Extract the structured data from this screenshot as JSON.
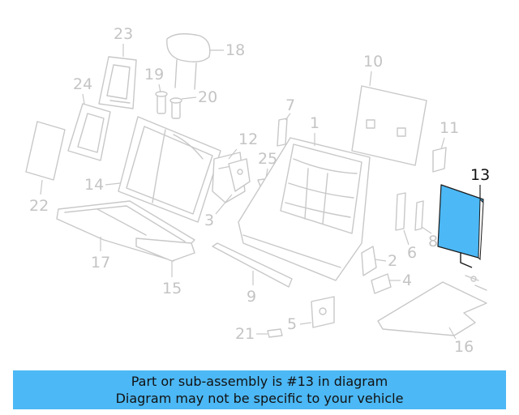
{
  "callouts": {
    "c1": "1",
    "c2": "2",
    "c3": "3",
    "c4": "4",
    "c5": "5",
    "c6": "6",
    "c7": "7",
    "c8": "8",
    "c9": "9",
    "c10": "10",
    "c11": "11",
    "c12": "12",
    "c13": "13",
    "c14": "14",
    "c15": "15",
    "c16": "16",
    "c17": "17",
    "c18": "18",
    "c19": "19",
    "c20": "20",
    "c21": "21",
    "c22": "22",
    "c23": "23",
    "c24": "24",
    "c25": "25"
  },
  "highlight": {
    "part": "13",
    "color": "#4cb8f5"
  },
  "banner": {
    "line1": "Part or sub-assembly is #13 in diagram",
    "line2": "Diagram may not be specific to your vehicle"
  }
}
